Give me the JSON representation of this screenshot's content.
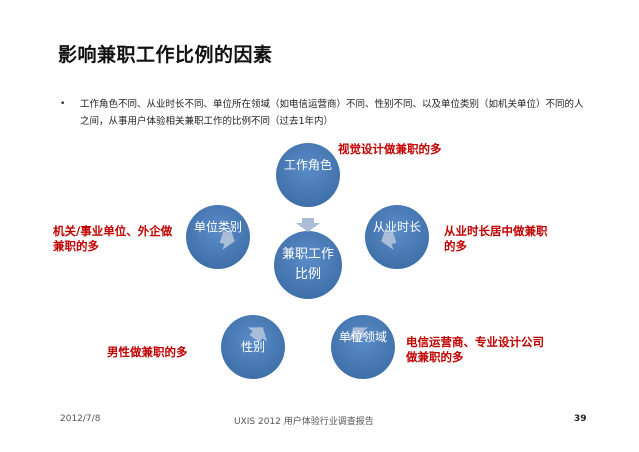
{
  "title": "影响兼职工作比例的因素",
  "bullet_text": "工作角色不同、从业时长不同、单位所在领域（如电信运营商）不同、性别不同、以及单位类别（如机关单位）不同的人之间，从事用户体验相关兼职工作的比例不同（过去1年内）",
  "diagram": {
    "center": "兼职工作比例",
    "factors": [
      {
        "label": "工作角色",
        "note": "视觉设计做兼职的多"
      },
      {
        "label": "从业时长",
        "note": "从业时长居中做兼职的多"
      },
      {
        "label": "单位领域",
        "note": "电信运营商、专业设计公司做兼职的多"
      },
      {
        "label": "性别",
        "note": "男性做兼职的多"
      },
      {
        "label": "单位类别",
        "note": "机关/事业单位、外企做兼职的多"
      }
    ],
    "colors": {
      "circle": "#4f81bd",
      "arrow": "#a9bcd8",
      "note": "#c00000"
    }
  },
  "footer": {
    "date": "2012/7/8",
    "report": "UXIS 2012 用户体验行业调查报告",
    "page": "39"
  }
}
